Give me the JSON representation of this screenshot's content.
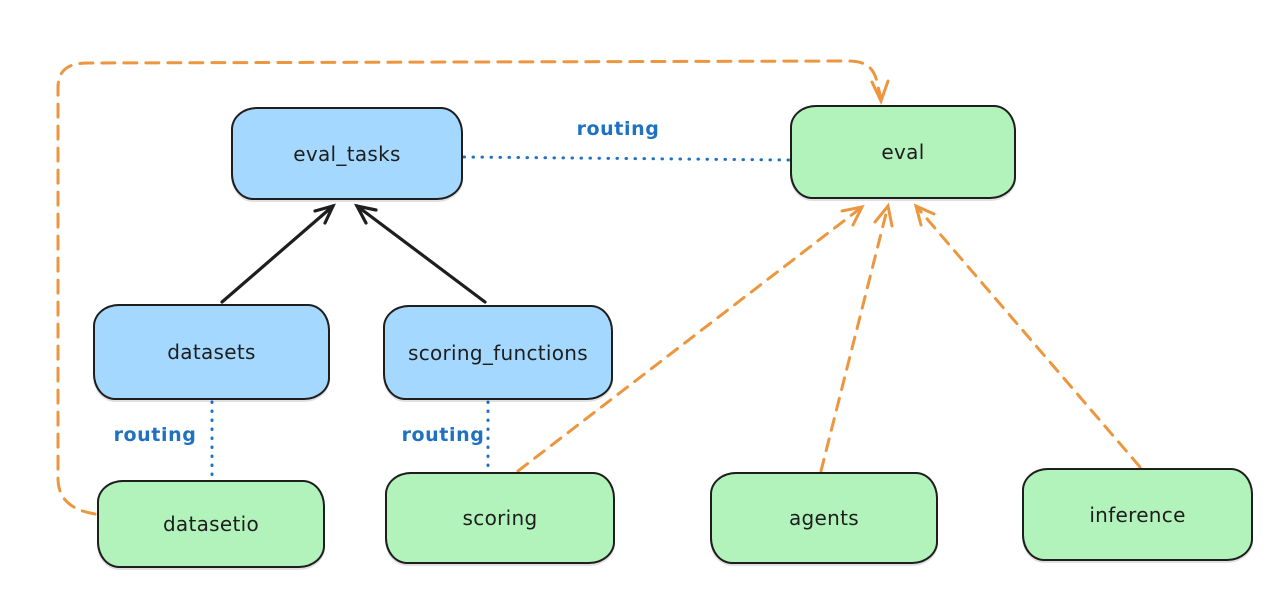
{
  "diagram": {
    "nodes": {
      "eval_tasks": {
        "label": "eval_tasks",
        "color": "blue"
      },
      "eval": {
        "label": "eval",
        "color": "green"
      },
      "datasets": {
        "label": "datasets",
        "color": "blue"
      },
      "scoring_functions": {
        "label": "scoring_functions",
        "color": "blue"
      },
      "datasetio": {
        "label": "datasetio",
        "color": "green"
      },
      "scoring": {
        "label": "scoring",
        "color": "green"
      },
      "agents": {
        "label": "agents",
        "color": "green"
      },
      "inference": {
        "label": "inference",
        "color": "green"
      }
    },
    "edges": {
      "eval_tasks_to_eval": {
        "label": "routing",
        "style": "dotted-blue"
      },
      "datasets_to_datasetio": {
        "label": "routing",
        "style": "dotted-blue"
      },
      "scoring_functions_to_scoring": {
        "label": "routing",
        "style": "dotted-blue"
      },
      "datasets_to_eval_tasks": {
        "style": "solid-black-arrow"
      },
      "scoring_functions_to_eval_tasks": {
        "style": "solid-black-arrow"
      },
      "scoring_to_eval": {
        "style": "dashed-orange-arrow"
      },
      "agents_to_eval": {
        "style": "dashed-orange-arrow"
      },
      "inference_to_eval": {
        "style": "dashed-orange-arrow"
      },
      "datasetio_to_eval": {
        "style": "dashed-orange-arrow"
      }
    },
    "colors": {
      "blue_node_fill": "#a5d8ff",
      "green_node_fill": "#b2f2bb",
      "node_border": "#1e1e1e",
      "black_arrow": "#1e1e1e",
      "routing_blue": "#1f72c1",
      "orange_dashed": "#ec9740",
      "canvas_background": "#ffffff"
    }
  }
}
